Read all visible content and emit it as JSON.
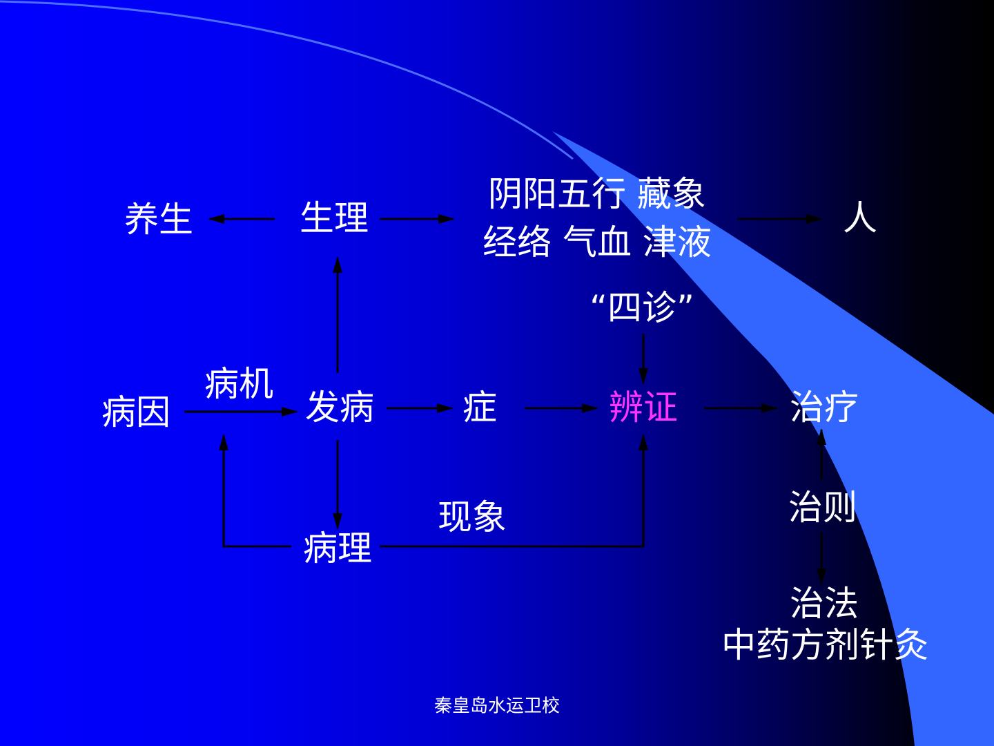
{
  "nodes": {
    "yangsheng": "养生",
    "shengli": "生理",
    "yinyang_line1": "阴阳五行 藏象",
    "yinyang_line2": "经络 气血 津液",
    "ren": "人",
    "sizhen": "“四诊”",
    "bingyin": "病因",
    "bingji": "病机",
    "fabing": "发病",
    "zheng": "症",
    "bianzheng": "辨证",
    "zhiliao": "治疗",
    "xianxiang": "现象",
    "zhize": "治则",
    "bingli": "病理",
    "zhifa": "治法",
    "methods": "中药方剂针灸"
  },
  "footer": "秦皇岛水运卫校",
  "colors": {
    "background_left": "#0000ff",
    "background_right": "#000000",
    "text": "#ffffff",
    "highlight": "#ff33ff",
    "swoosh": "#3366ff",
    "arrow": "#000000"
  }
}
